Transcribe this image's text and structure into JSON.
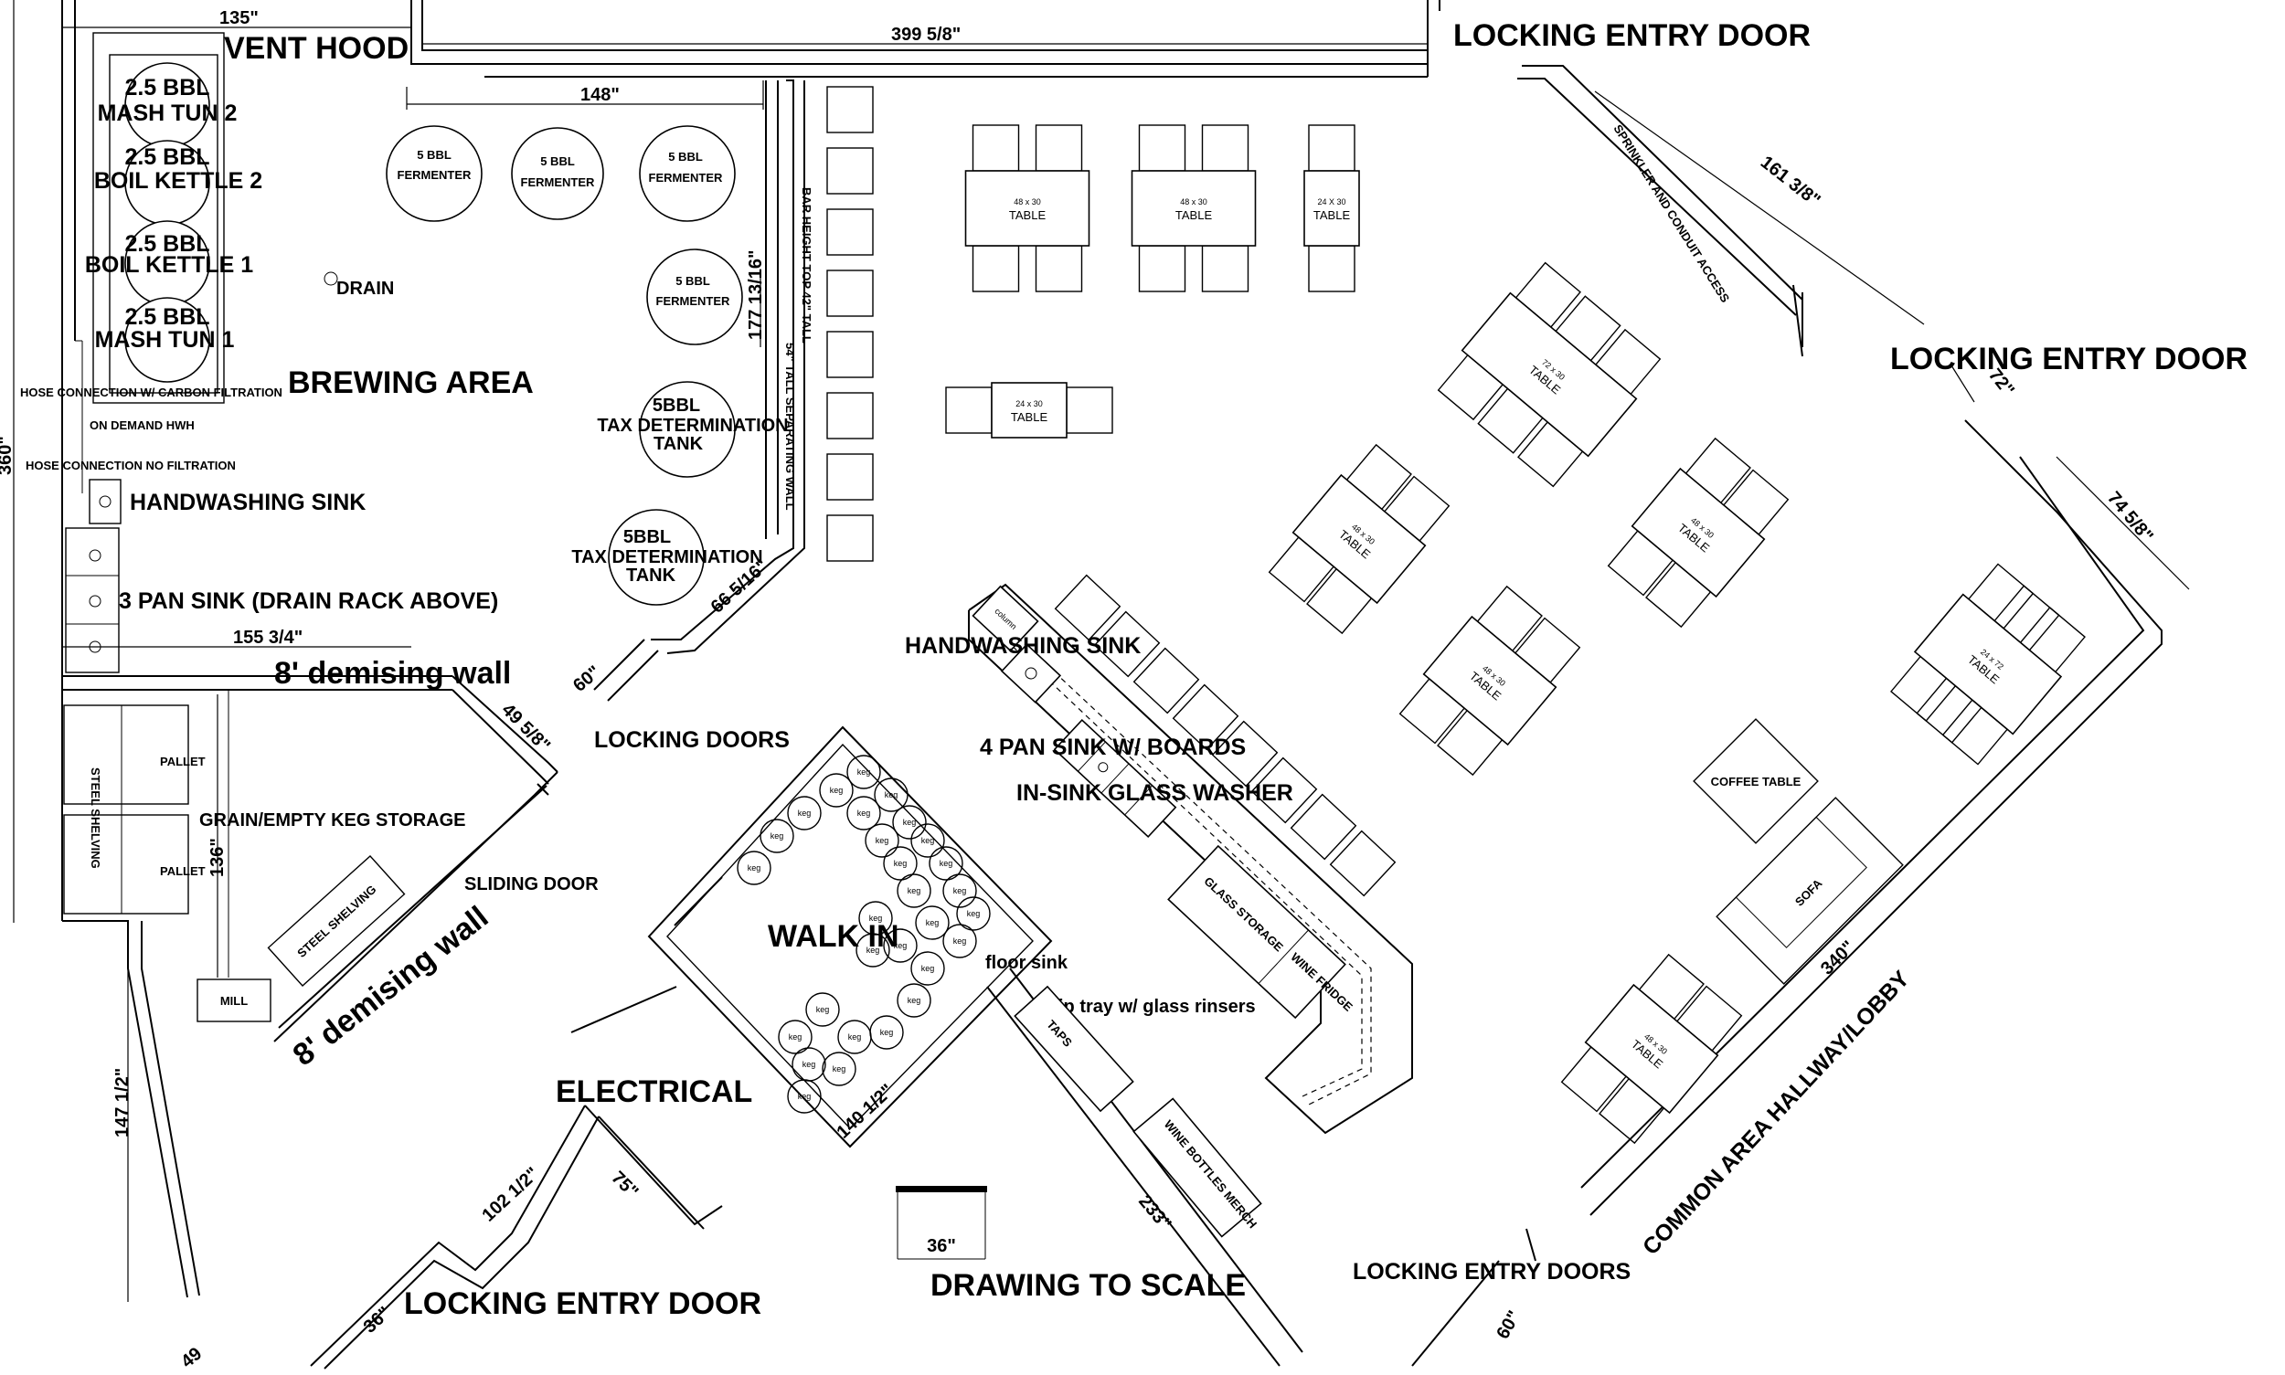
{
  "labels": {
    "vent_hood": "VENT HOOD",
    "locking_entry_door_top": "LOCKING ENTRY DOOR",
    "locking_entry_door_right": "LOCKING ENTRY DOOR",
    "locking_entry_door_bottom": "LOCKING ENTRY DOOR",
    "locking_entry_doors": "LOCKING ENTRY DOORS",
    "locking_doors": "LOCKING DOORS",
    "brewing_area": "BREWING AREA",
    "handwashing_sink_left": "HANDWASHING SINK",
    "three_pan_sink": "3 PAN SINK (DRAIN RACK ABOVE)",
    "demising_wall_top": "8' demising wall",
    "demising_wall_bottom": "8' demising wall",
    "grain_storage": "GRAIN/EMPTY KEG STORAGE",
    "sliding_door": "SLIDING DOOR",
    "walk_in": "WALK IN",
    "electrical": "ELECTRICAL",
    "handwashing_sink_bar": "HANDWASHING SINK",
    "four_pan_sink": "4 PAN SINK W/ BOARDS",
    "glass_washer": "IN-SINK GLASS WASHER",
    "drawing_to_scale": "DRAWING TO SCALE",
    "common_area": "COMMON AREA HALLWAY/LOBBY",
    "drain": "DRAIN",
    "floor_sink": "floor sink",
    "drip_tray": "drip tray w/ glass rinsers",
    "taps": "TAPS",
    "wine_merch": "WINE BOTTLES MERCH",
    "glass_storage": "GLASS STORAGE",
    "wine_fridge": "WINE FRIDGE",
    "coffee_table": "COFFEE TABLE",
    "sofa": "SOFA",
    "column": "column",
    "sprinkler": "SPRINKLER AND CONDUIT ACCESS",
    "bar_height_top": "BAR HEIGHT TOP 42\" TALL",
    "separating_wall": "54\" TALL SEPARATING WALL",
    "hose_carbon": "HOSE CONNECTION W/ CARBON FILTRATION",
    "on_demand_hwh": "ON DEMAND HWH",
    "hose_no_filtration": "HOSE CONNECTION NO FILTRATION",
    "steel_shelving_1": "STEEL SHELVING",
    "steel_shelving_2": "STEEL SHELVING",
    "pallet_1": "PALLET",
    "pallet_2": "PALLET",
    "mill": "MILL",
    "keg": "keg"
  },
  "vessels": [
    {
      "line1": "2.5 BBL",
      "line2": "MASH TUN 2"
    },
    {
      "line1": "2.5 BBL",
      "line2": "BOIL KETTLE 2"
    },
    {
      "line1": "2.5 BBL",
      "line2": "BOIL KETTLE 1"
    },
    {
      "line1": "2.5 BBL",
      "line2": "MASH TUN 1"
    }
  ],
  "fermenters": [
    {
      "line1": "5 BBL",
      "line2": "FERMENTER"
    },
    {
      "line1": "5 BBL",
      "line2": "FERMENTER"
    },
    {
      "line1": "5 BBL",
      "line2": "FERMENTER"
    },
    {
      "line1": "5 BBL",
      "line2": "FERMENTER"
    }
  ],
  "tax_tanks": [
    {
      "line1": "5BBL",
      "line2": "TAX DETERMINATION",
      "line3": "TANK"
    },
    {
      "line1": "5BBL",
      "line2": "TAX DETERMINATION",
      "line3": "TANK"
    }
  ],
  "tables": [
    {
      "label": "TABLE",
      "size": "48 x 30"
    },
    {
      "label": "TABLE",
      "size": "48 x 30"
    },
    {
      "label": "TABLE",
      "size": "24 X 30"
    },
    {
      "label": "TABLE",
      "size": "24 x 30"
    },
    {
      "label": "TABLE",
      "size": "72 x 30"
    },
    {
      "label": "TABLE",
      "size": "48 x 30"
    },
    {
      "label": "TABLE",
      "size": "48 x 30"
    },
    {
      "label": "TABLE",
      "size": "48 x 30"
    },
    {
      "label": "TABLE",
      "size": "24 x 72"
    },
    {
      "label": "TABLE",
      "size": "48 x 30"
    }
  ],
  "dimensions": {
    "d135": "135\"",
    "d399": "399 5/8\"",
    "d148": "148\"",
    "d161": "161 3/8\"",
    "d72": "72\"",
    "d74": "74 5/8\"",
    "d360": "360\"",
    "d177": "177 13/16\"",
    "d155": "155 3/4\"",
    "d66": "66 5/16\"",
    "d60a": "60\"",
    "d49": "49 5/8\"",
    "d136": "136\"",
    "d147": "147 1/2\"",
    "d140": "140 1/2\"",
    "d102": "102 1/2\"",
    "d75": "75\"",
    "d233": "233\"",
    "d36a": "36\"",
    "d36b": "36\"",
    "d340": "340\"",
    "d60b": "60\"",
    "d49b": "49"
  }
}
